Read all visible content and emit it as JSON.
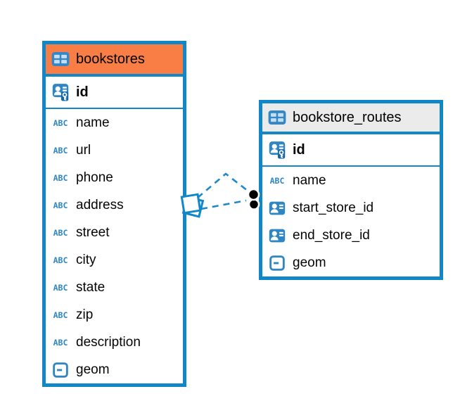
{
  "diagram": {
    "colors": {
      "table_border": "#1287c8",
      "bookstores_header_bg": "#f97e45",
      "routes_header_bg": "#ebebeb",
      "icon_blue": "#2e86c5",
      "relation_line": "#1f88c9",
      "relation_endpoint": "#000000"
    },
    "tables": [
      {
        "name": "bookstores",
        "header_style": "orange",
        "columns": [
          {
            "label": "id",
            "icon": "primary-key"
          },
          {
            "label": "name",
            "icon": "text"
          },
          {
            "label": "url",
            "icon": "text"
          },
          {
            "label": "phone",
            "icon": "text"
          },
          {
            "label": "address",
            "icon": "text"
          },
          {
            "label": "street",
            "icon": "text"
          },
          {
            "label": "city",
            "icon": "text"
          },
          {
            "label": "state",
            "icon": "text"
          },
          {
            "label": "zip",
            "icon": "text"
          },
          {
            "label": "description",
            "icon": "text"
          },
          {
            "label": "geom",
            "icon": "geometry"
          }
        ]
      },
      {
        "name": "bookstore_routes",
        "header_style": "gray",
        "columns": [
          {
            "label": "id",
            "icon": "primary-key"
          },
          {
            "label": "name",
            "icon": "text"
          },
          {
            "label": "start_store_id",
            "icon": "reference"
          },
          {
            "label": "end_store_id",
            "icon": "reference"
          },
          {
            "label": "geom",
            "icon": "geometry"
          }
        ]
      }
    ],
    "relations": [
      {
        "between": [
          "bookstores",
          "bookstore_routes"
        ],
        "style": "dashed"
      },
      {
        "between": [
          "bookstores",
          "bookstore_routes"
        ],
        "style": "dashed"
      }
    ]
  }
}
